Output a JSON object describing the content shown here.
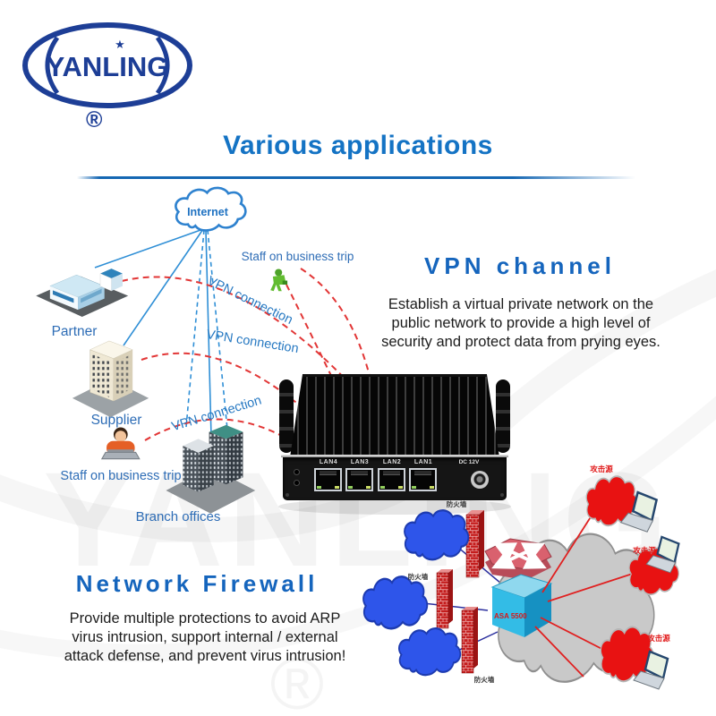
{
  "brand": {
    "name": "YANLING",
    "registered_mark": "®"
  },
  "header": {
    "title": "Various applications"
  },
  "network_diagram": {
    "internet_label": "Internet",
    "partner_label": "Partner",
    "supplier_label": "Supplier",
    "staff_top_label": "Staff on business trip",
    "staff_bottom_label": "Staff on business trip",
    "branch_offices_label": "Branch offices",
    "vpn_connection_labels": [
      "VPN connection",
      "VPN connection",
      "VPN connection"
    ]
  },
  "device": {
    "port_labels": [
      "LAN4",
      "LAN3",
      "LAN2",
      "LAN1"
    ],
    "power_label": "DC 12V"
  },
  "vpn_section": {
    "heading": "VPN channel",
    "lines": [
      "Establish a virtual private network on the",
      "public network to provide a high level of",
      "security and protect data from prying eyes."
    ]
  },
  "firewall_section": {
    "heading": "Network Firewall",
    "lines": [
      "Provide multiple protections to avoid ARP",
      "virus intrusion, support internal / external",
      "attack defense, and prevent virus intrusion!"
    ]
  },
  "firewall_diagram": {
    "appliance_label": "ASA 5500",
    "attack_source_labels": [
      "攻击源",
      "攻击源",
      "攻击源"
    ],
    "firewall_wall_labels": [
      "防火墙",
      "防火墙",
      "防火墙"
    ]
  },
  "watermark": {
    "text": "YANLING",
    "mark": "®"
  },
  "colors": {
    "brand_navy": "#1d3e96",
    "title_blue": "#1473c4",
    "heading_blue": "#1565bd",
    "label_blue": "#2e6db6",
    "line_blue": "#2f8fd6",
    "vpn_red": "#e23636",
    "cloud_blue": "#2e55ea",
    "attack_red": "#e81212",
    "appliance_cyan": "#1fa6d8",
    "brick_red": "#c41d1d"
  }
}
